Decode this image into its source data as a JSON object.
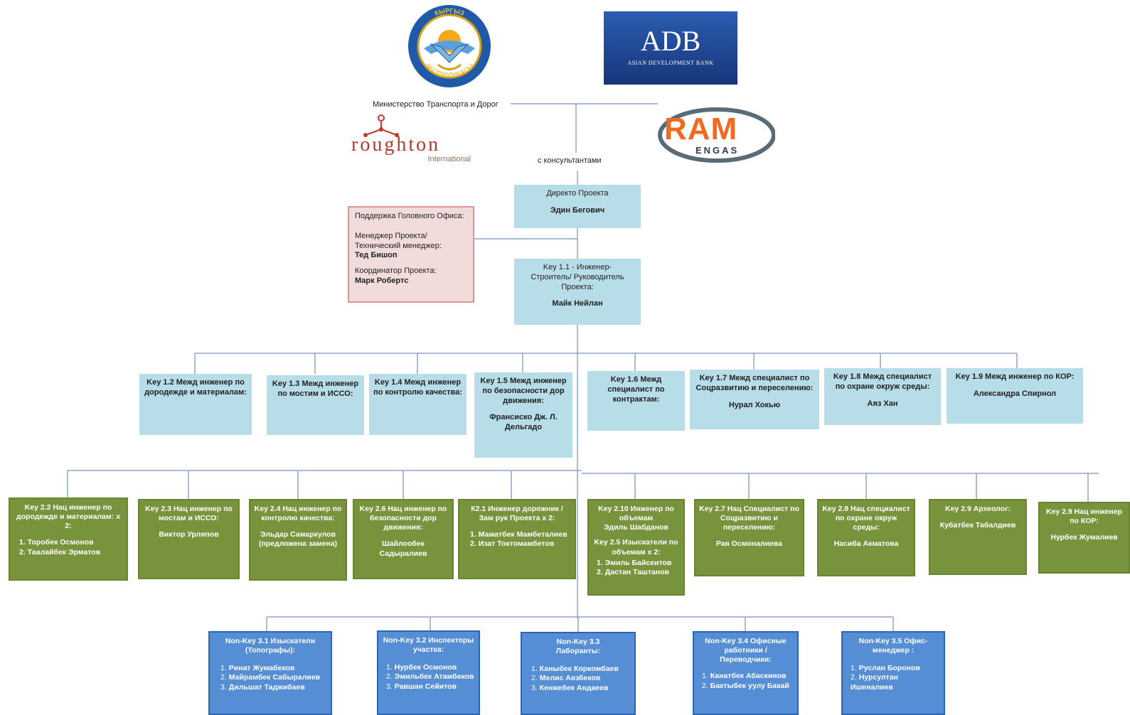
{
  "header": {
    "ministry_label": "Министерство Транспорта и Дорог",
    "consultants_label": "с консультантами"
  },
  "logos": {
    "emblem_top_text": "КЫРГЫЗ",
    "emblem_bottom_text": "РЕСПУБЛИКАСЫ",
    "adb_title": "ADB",
    "adb_subtitle": "ASIAN DEVELOPMENT BANK",
    "roughton_name": "roughton",
    "roughton_sub": "International",
    "ram_name": "RAM",
    "ram_sub": "ENGAS"
  },
  "colors": {
    "light_blue": "#b7dde8",
    "green": "#77933c",
    "blue": "#558ed5",
    "pink": "#f2dcdb",
    "pink_border": "#d99694",
    "adb_blue": "#1f4ea0",
    "ram_orange": "#f26a21",
    "roughton_red": "#c0392b"
  },
  "director": {
    "title": "Директо Проекта",
    "name": "Эдин Бегович"
  },
  "support": {
    "heading": "Поддержка Головного Офиса:",
    "pm_title": "Менеджер Проекта/ Технический менеджер:",
    "pm_name": "Тед Бишоп",
    "coord_title": "Координатор Проекта:",
    "coord_name": "Марк Робертс"
  },
  "key11": {
    "title": "Key 1.1 - Инженер-Строитель/ Руководитель Проекта:",
    "name": "Майк Нейлан"
  },
  "intl": [
    {
      "title": "Key 1.2 Межд инженер по дородежде и материалам:",
      "name": ""
    },
    {
      "title": "Key 1.3 Межд инженер по мостим и ИССО:",
      "name": ""
    },
    {
      "title": "Key 1.4 Межд инженер по контролю качества:",
      "name": ""
    },
    {
      "title": "Key 1.5 Межд инженер по безопасности дор движения:",
      "name": "Франсиско Дж. Л. Дельгадо"
    },
    {
      "title": "Key 1.6 Межд специалист по контрактам:",
      "name": ""
    },
    {
      "title": "Key 1.7 Межд специалист по Соцразвитию и переселению:",
      "name": "Нурал Хокью"
    },
    {
      "title": "Key 1.8 Межд специалист по охране окруж среды:",
      "name": "Аяз Хан"
    },
    {
      "title": "Key 1.9 Межд инженер по КОР:",
      "name": "Александра Спирнол"
    }
  ],
  "national": [
    {
      "title": "Key 2.2 Нац инженер по дородежде и материалам: x 2:",
      "items": [
        "Торобек Осмонов",
        "Таалайбек Эрматов"
      ]
    },
    {
      "title": "Key 2.3 Нац инженер по мостам и ИССО:",
      "name": "Виктор Урляпов"
    },
    {
      "title": "Key 2.4 Нац инженер по контролю качества:",
      "name": "Эльдар Самаркулов (предложена замена)"
    },
    {
      "title": "Key 2.6 Нац инженер по безопасности дор движения:",
      "name": "Шайлообек Садыралиев"
    },
    {
      "title": "К2.1 Инженер дорожник / Зам рук Проекта x 2:",
      "items": [
        "Маматбек Мамбеталиев",
        "Изат Токтомамбетов"
      ]
    },
    {
      "title": "Key 2.10 Инженер по объемам",
      "name": "Эдиль Шабданов",
      "title2": "Key 2.5 Изыскатели по объемам x 2:",
      "items": [
        "Эмиль Байсеитов",
        "Дастан Таштанов"
      ]
    },
    {
      "title": "Key 2.7 Нац Специалист по Соцразвитию и переселению:",
      "name": "Рая Осмоналиева"
    },
    {
      "title": "Key 2.8 Нац специалист по охране окруж среды:",
      "name": "Насиба Акматова"
    },
    {
      "title": "Key 2.9 Археолог:",
      "name": "Кубатбек Табалдиев"
    },
    {
      "title": "Key 2.9 Нац инженер по КОР:",
      "name": "Нурбек Жумалиев"
    }
  ],
  "nonkey": [
    {
      "title": "Non-Key 3.1 Изыскатели (Топографы):",
      "items": [
        "Ринат Жумабеков",
        "Майрамбек Сабыралиев",
        "Дильшат Таджибаев"
      ]
    },
    {
      "title": "Non-Key 3.2 Инспекторы участка:",
      "items": [
        "Нурбек Осмонов",
        "Эмильбек Атамбеков",
        "Равшан Сейитов"
      ]
    },
    {
      "title": "Non-Key 3.3 Лаборанты:",
      "items": [
        "Каныбек Коркомбаев",
        "Мелис Аязбеков",
        "Кенжебек Андаеев"
      ]
    },
    {
      "title": "Non-Key 3.4 Офисные работники / Переводчики:",
      "items": [
        "Канатбек Абаскинов",
        "Бактыбек уулу Бакай"
      ]
    },
    {
      "title": "Non-Key 3.5 Офис-менеджер :",
      "items": [
        "Руслан Боронов",
        "Нурсултан Ишеналиев"
      ]
    }
  ]
}
